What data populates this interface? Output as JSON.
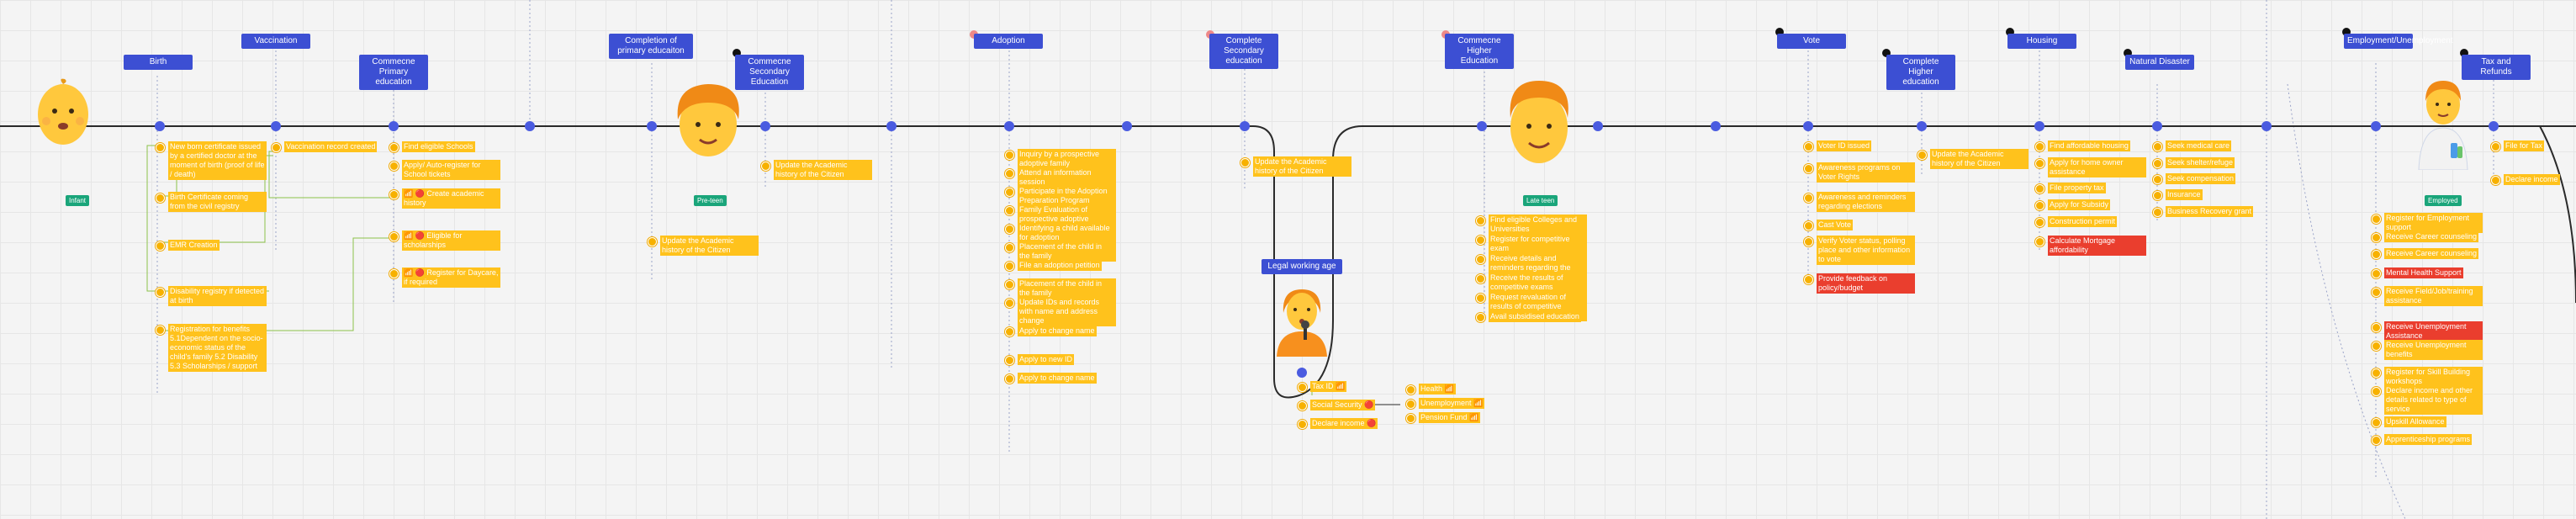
{
  "colors": {
    "milestone": "#3c4fd3",
    "task": "#ffc21c",
    "alert": "#ea3e2e",
    "tag": "#1aa57a",
    "line": "#2a2a2a",
    "dot": "#4a5be0"
  },
  "icons": [
    "baby-face-icon",
    "boy-face-icon",
    "man-face-icon",
    "singer-icon",
    "health-worker-icon"
  ],
  "milestones": {
    "birth": "Birth",
    "vaccination": "Vaccination",
    "primary": "Commecne Primary education",
    "completion_primary": "Completion of primary educaiton",
    "secondary": "Commecne Secondary Education",
    "adoption": "Adoption",
    "complete_secondary": "Complete Secondary education",
    "higher": "Commecne Higher Education",
    "legal": "Legal working age",
    "vote": "Vote",
    "complete_higher": "Complete Higher education",
    "housing": "Housing",
    "disaster": "Natural Disaster",
    "employment": "Employment/Unemployment",
    "tax": "Tax and Refunds"
  },
  "tags": {
    "infant": "Infant",
    "pre_teen": "Pre-teen",
    "late_teen": "Late teen",
    "employed": "Employed"
  },
  "tasks": {
    "birth": [
      "New born certificate issued by a certified doctor at the moment of birth (proof of life / death)",
      "Birth Certificate coming from the civil registry",
      "EMR Creation",
      "Disability registry if detected at birth",
      "Registration for benefits 5.1Dependent on the socio-economic status of the child's family 5.2 Disability 5.3 Scholarships / support"
    ],
    "vaccination": [
      "Vaccination record created"
    ],
    "primary": [
      "Find eligible Schools",
      "Apply/ Auto-register for School tickets",
      "📶 🔴 Create academic history",
      "📶 🔴 Eligible for scholarships",
      "📶 🔴 Register for Daycare, if required"
    ],
    "completion_primary": [
      "Update the Academic history of the Citizen"
    ],
    "secondary": [
      "Update the Academic history of the Citizen"
    ],
    "adoption": [
      "Inquiry by a prospective adoptive family",
      "Attend an information session",
      "Participate in the Adoption Preparation Program",
      "Family Evaluation of prospective adoptive parents",
      "Identifying a child available for adoption",
      "Placement of the child in the family",
      "File an adoption petition",
      "Placement of the child in the family",
      "Update IDs and records with name and address change",
      "Apply to change name",
      "Apply to new ID",
      "Apply to change name"
    ],
    "complete_secondary": [
      "Update the Academic history of the Citizen"
    ],
    "higher": [
      "Find eligible Colleges and Universities",
      "Register for competitive exam",
      "Receive details and reminders regarding the examination",
      "Receive the results of competitive exams",
      "Request revaluation of results of competitive exams",
      "Avail subsidised education"
    ],
    "legal": [
      "Tax ID 📶",
      "Social Security 🔴",
      "Declare income 🔴"
    ],
    "legal_sub": [
      "Health 📶",
      "Unemployment 📶",
      "Pension Fund 📶"
    ],
    "vote": [
      "Voter ID issued",
      "Awareness programs on Voter Rights",
      "Awareness and reminders regarding elections",
      "Cast Vote",
      "Verify Voter status, polling place and other information to vote",
      "Provide feedback on policy/budget"
    ],
    "complete_higher": [
      "Update the Academic history of the Citizen"
    ],
    "housing": [
      "Find affordable housing",
      "Apply for home owner assistance",
      "File property tax",
      "Apply for Subsidy",
      "Construction permit",
      "Calculate Mortgage affordability"
    ],
    "disaster": [
      "Seek medical care",
      "Seek shelter/refuge",
      "Seek compensation",
      "Insurance",
      "Business Recovery grant"
    ],
    "employment": [
      "Register for Employment support",
      "Receive Career counseling",
      "Receive Career counseling",
      "Mental Health Support",
      "Receive Field/Job/training assistance",
      "Receive Unemployment Assistance",
      "Receive Unemployment benefits",
      "Register for Skill Building workshops",
      "Declare income and other details related to type of service",
      "Upskill Allowance",
      "Apprenticeship programs"
    ],
    "tax": [
      "File for Tax",
      "Declare income"
    ]
  }
}
